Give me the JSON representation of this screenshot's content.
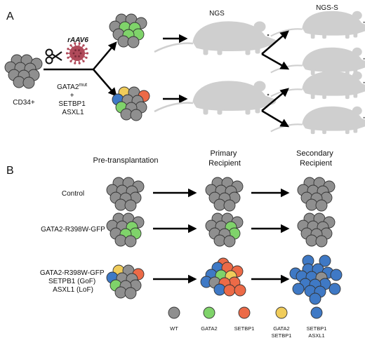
{
  "panel_a": {
    "label": "A",
    "source_label": "CD34+",
    "vector_label": "rAAV6",
    "edit_lines": [
      {
        "base": "GATA2",
        "sup": "mut"
      },
      {
        "base": "+",
        "sup": ""
      },
      {
        "base": "SETBP1",
        "sup": ""
      },
      {
        "base": "ASXL1",
        "sup": ""
      }
    ],
    "mouse_group_label": "NGS",
    "secondary_group_label": "NGS-S"
  },
  "panel_b": {
    "label": "B",
    "column_headers": [
      {
        "lines": [
          "Pre-transplantation"
        ]
      },
      {
        "lines": [
          "Primary",
          "Recipient"
        ]
      },
      {
        "lines": [
          "Secondary",
          "Recipient"
        ]
      }
    ],
    "rows": [
      {
        "label_lines": [
          "Control"
        ]
      },
      {
        "label_lines": [
          "GATA2-R398W-GFP"
        ]
      },
      {
        "label_lines": [
          "GATA2-R398W-GFP",
          "SETPB1 (GoF)",
          "ASXL1 (LoF)"
        ]
      }
    ]
  },
  "legend": [
    {
      "lines": [
        "WT"
      ],
      "color": "#8f8f8f"
    },
    {
      "lines": [
        "GATA2"
      ],
      "color": "#7fd36a"
    },
    {
      "lines": [
        "SETBP1"
      ],
      "color": "#ec6a47"
    },
    {
      "lines": [
        "GATA2",
        "SETBP1"
      ],
      "color": "#f0cc5a"
    },
    {
      "lines": [
        "SETBP1",
        "ASXL1"
      ],
      "color": "#3f79c5"
    }
  ],
  "colors": {
    "wt": "#8f8f8f",
    "gata2": "#7fd36a",
    "setbp1": "#ec6a47",
    "gata2_setbp1": "#f0cc5a",
    "setbp1_asxl1": "#3f79c5",
    "mouse": "#cfcfcf",
    "virus": "#b04a5a"
  },
  "icons": [
    "scissors-icon",
    "virus-icon",
    "mouse-icon",
    "cell-cluster-icon"
  ]
}
